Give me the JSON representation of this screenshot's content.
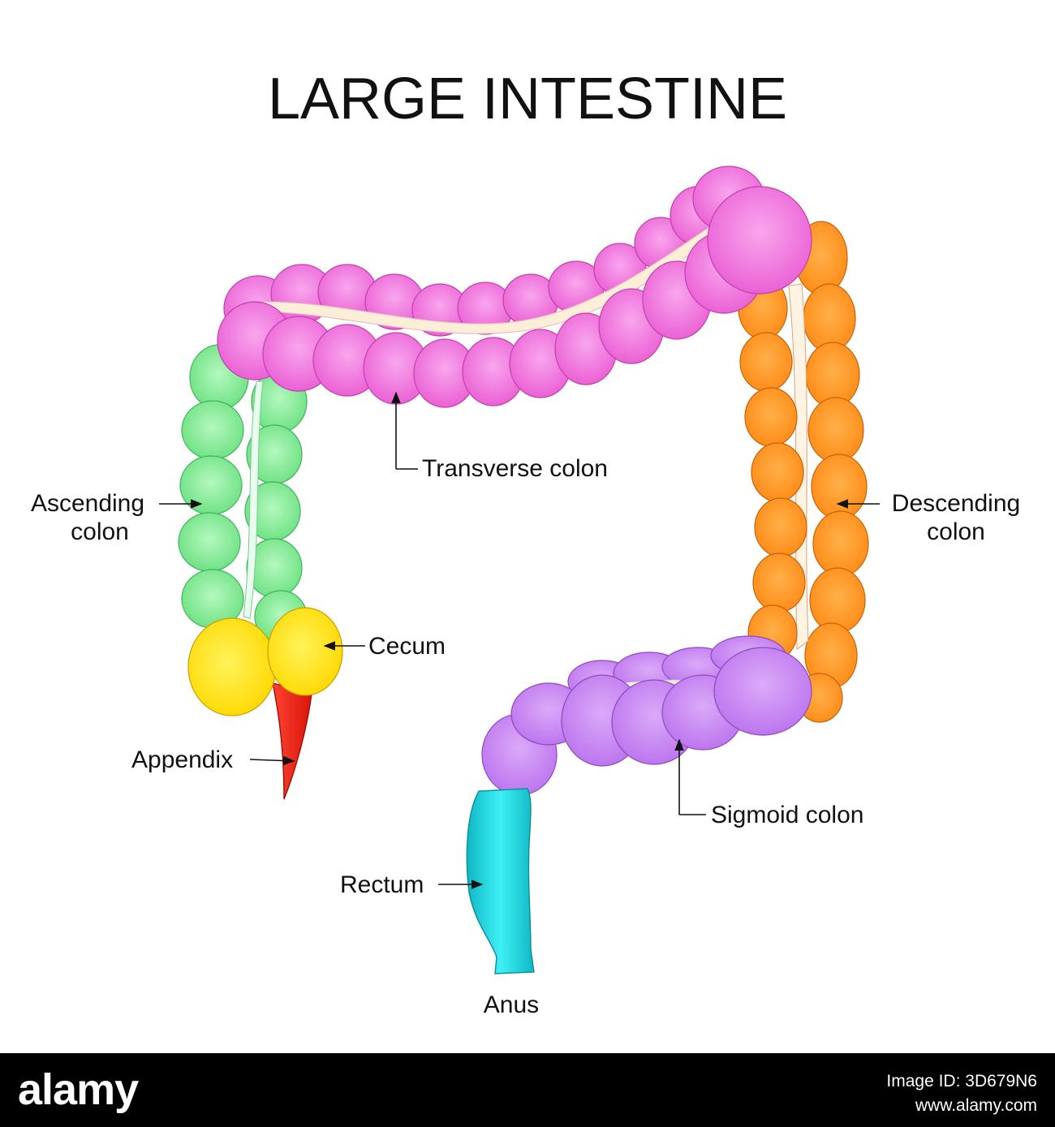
{
  "title": "LARGE INTESTINE",
  "labels": {
    "transverse": "Transverse colon",
    "ascending_1": "Ascending",
    "ascending_2": "colon",
    "descending_1": "Descending",
    "descending_2": "colon",
    "cecum": "Cecum",
    "appendix": "Appendix",
    "sigmoid": "Sigmoid colon",
    "rectum": "Rectum",
    "anus": "Anus"
  },
  "colors": {
    "transverse": "#ee6bd8",
    "ascending": "#7de88f",
    "descending": "#ff8c1a",
    "cecum": "#ffe600",
    "appendix": "#ee2211",
    "sigmoid": "#c57ef0",
    "rectum": "#1fd0d8"
  },
  "footer": {
    "brand": "alamy",
    "image_id": "Image ID: 3D679N6",
    "site": "www.alamy.com"
  }
}
